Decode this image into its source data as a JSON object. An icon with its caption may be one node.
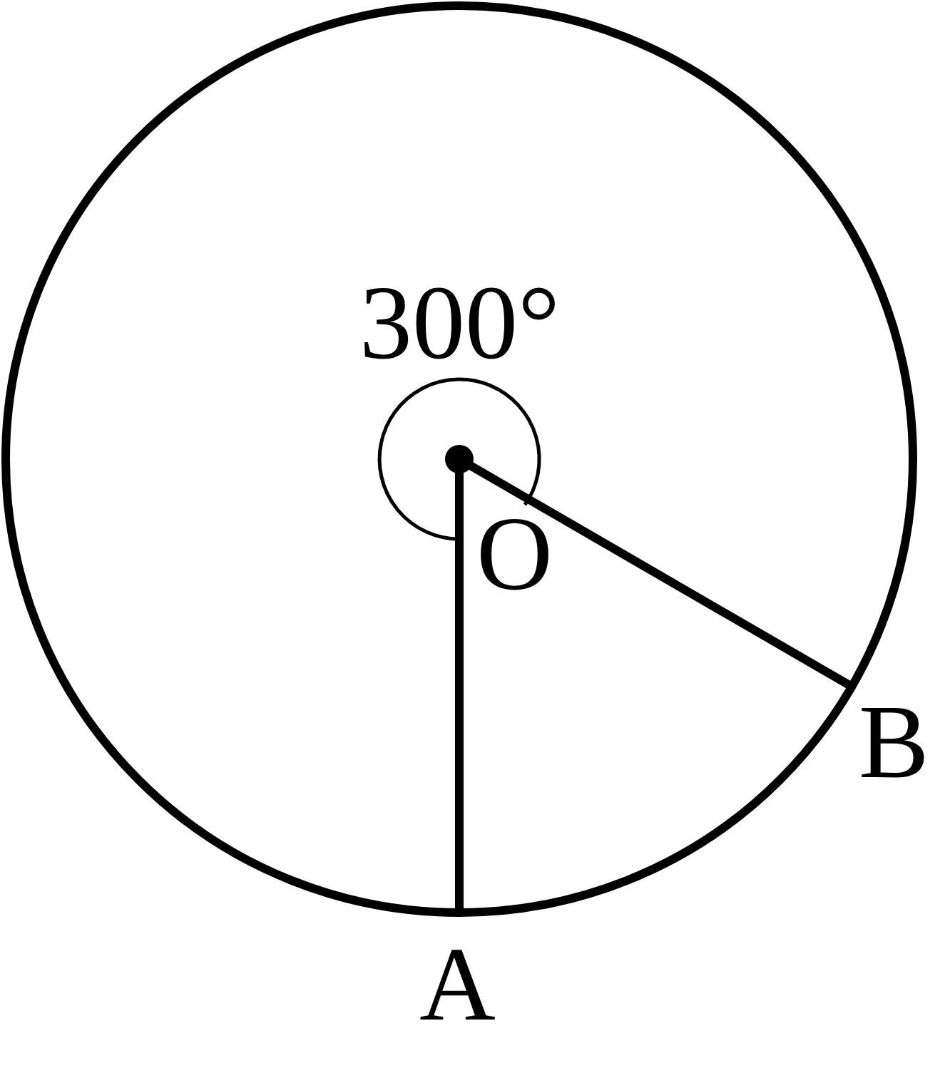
{
  "diagram": {
    "nodes": [
      {
        "text": [
          "O"
        ]
      },
      {
        "text": [
          "A"
        ]
      },
      {
        "text": [
          "B"
        ]
      }
    ],
    "edges": [
      {
        "from": 0,
        "to": 1,
        "arrow": "none"
      },
      {
        "from": 0,
        "to": 2,
        "arrow": "none"
      }
    ],
    "labels": [
      "300°"
    ]
  }
}
